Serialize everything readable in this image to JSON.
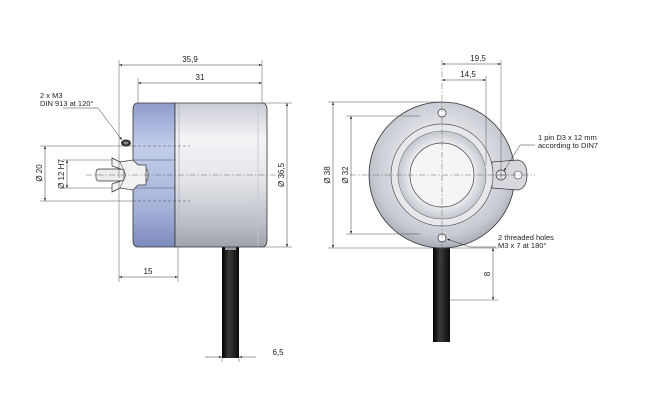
{
  "side_view": {
    "dim_overall_length": "35,9",
    "dim_body_length": "31",
    "dim_shaft_extension": "15",
    "dim_cable_diameter": "6,5",
    "dim_bore_outer": "Ø 20",
    "dim_bore": "Ø 12 H7",
    "dim_housing_diameter": "Ø 36,5",
    "callout_screws_line1": "2 x M3",
    "callout_screws_line2": "DIN 913 at 120°"
  },
  "front_view": {
    "dim_pin_offset": "19,5",
    "dim_center_offset": "14,5",
    "dim_flange_diameter": "Ø 38",
    "dim_body_diameter": "Ø 32",
    "dim_cable_offset": "8",
    "callout_pin_line1": "1 pin D3 x 12 mm",
    "callout_pin_line2": "according to DIN7",
    "callout_holes_line1": "2 threaded holes",
    "callout_holes_line2": "M3 x 7 at 180°"
  },
  "colors": {
    "flange_blue": "#a9b6dc",
    "housing_silver": "#d9dbe0",
    "cable_black": "#1b1b1b"
  }
}
